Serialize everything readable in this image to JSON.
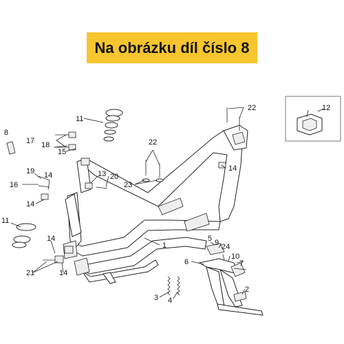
{
  "banner": {
    "text": "Na obrázku díl číslo 8"
  },
  "labels": {
    "l1": "1",
    "l2": "2",
    "l3": "3",
    "l4": "4",
    "l5": "5",
    "l6": "6",
    "l7": "7",
    "l8": "8",
    "l9": "9",
    "l10": "10",
    "l11a": "11",
    "l11b": "11",
    "l12": "12",
    "l13": "13",
    "l14a": "14",
    "l14b": "14",
    "l14c": "14",
    "l14d": "14",
    "l14e": "14",
    "l15": "15",
    "l16": "16",
    "l17": "17",
    "l18": "18",
    "l19": "19",
    "l20": "20",
    "l21": "21",
    "l22a": "22",
    "l22b": "22",
    "l23": "23",
    "l24": "24"
  }
}
